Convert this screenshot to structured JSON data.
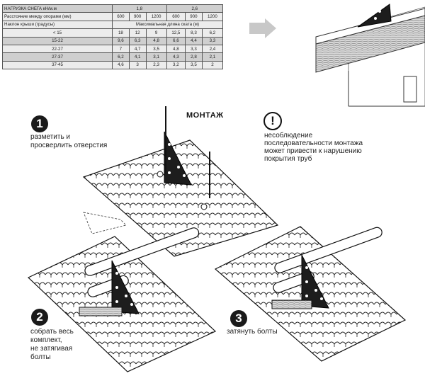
{
  "table": {
    "header_load": "НАГРУЗКА СНЕГА кН/м.м",
    "load_values": [
      "1,8",
      "2,6"
    ],
    "header_spacing": "Расстояние между опорами (мм)",
    "spacing_values": [
      "600",
      "900",
      "1200",
      "600",
      "900",
      "1200"
    ],
    "header_slope": "Наклон крыши (градусы)",
    "header_maxlen": "Максимальная длина ската (м)",
    "rows": [
      {
        "slope": "< 15",
        "values": [
          "18",
          "12",
          "9",
          "12,5",
          "8,3",
          "6,2"
        ]
      },
      {
        "slope": "15-22",
        "values": [
          "9,6",
          "6,3",
          "4,8",
          "6,6",
          "4,4",
          "3,3"
        ]
      },
      {
        "slope": "22-27",
        "values": [
          "7",
          "4,7",
          "3,5",
          "4,8",
          "3,3",
          "2,4"
        ]
      },
      {
        "slope": "27-37",
        "values": [
          "6,2",
          "4,1",
          "3,1",
          "4,3",
          "2,8",
          "2,1"
        ]
      },
      {
        "slope": "37-45",
        "values": [
          "4,6",
          "3",
          "2,3",
          "3,2",
          "3,5",
          "2"
        ]
      }
    ]
  },
  "section_title": "МОНТАЖ",
  "steps": [
    {
      "number": "1",
      "lines": [
        "разметить и",
        "просверлить отверстия"
      ]
    },
    {
      "number": "2",
      "lines": [
        "собрать весь",
        "комплект,",
        "не затягивая",
        "болты"
      ]
    },
    {
      "number": "3",
      "lines": [
        "затянуть болты"
      ]
    }
  ],
  "warning": {
    "symbol": "!",
    "lines": [
      "несоблюдение",
      "последовательности монтажа",
      "может привести к нарушению",
      "покрытия труб"
    ]
  }
}
